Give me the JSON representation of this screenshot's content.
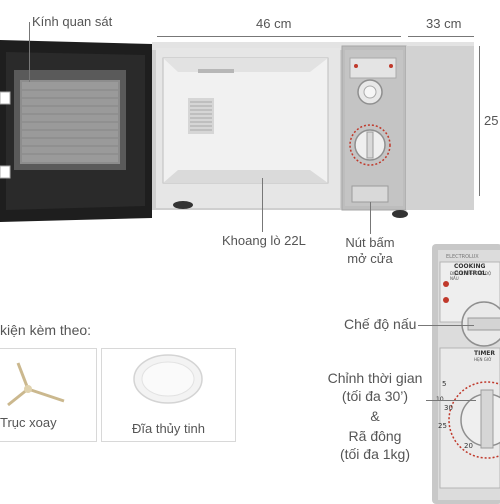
{
  "dimensions": {
    "width": "46 cm",
    "depth": "33 cm",
    "height": "25"
  },
  "labels": {
    "viewing_window": "Kính quan sát",
    "cavity": "Khoang lò 22L",
    "door_button_line1": "Nút bấm",
    "door_button_line2": "mở cửa",
    "accessories": "kiện kèm theo:",
    "cook_mode": "Chế độ nấu",
    "timer_line1": "Chỉnh thời gian",
    "timer_line2": "(tối đa 30’)",
    "amp": "&",
    "defrost_line1": "Rã đông",
    "defrost_line2": "(tối đa 1kg)"
  },
  "accessories": [
    {
      "label": "Trục xoay",
      "icon": "roller-ring-icon"
    },
    {
      "label": "Đĩa thủy tinh",
      "icon": "glass-plate-icon"
    }
  ],
  "panel": {
    "brand": "ELECTROLUX",
    "title": "COOKING CONTROL",
    "subtitle": "ĐIỀU CHỈNH CHẾ ĐỘ NẤU",
    "timer_title": "TIMER",
    "timer_sub": "HẸN GIỜ",
    "dial_numbers": [
      "30",
      "25",
      "20",
      "5",
      "10"
    ]
  },
  "colors": {
    "oven_body": "#c9c9c9",
    "door": "#1b1b1b",
    "accent_red": "#c0392b",
    "label_text": "#555555"
  }
}
